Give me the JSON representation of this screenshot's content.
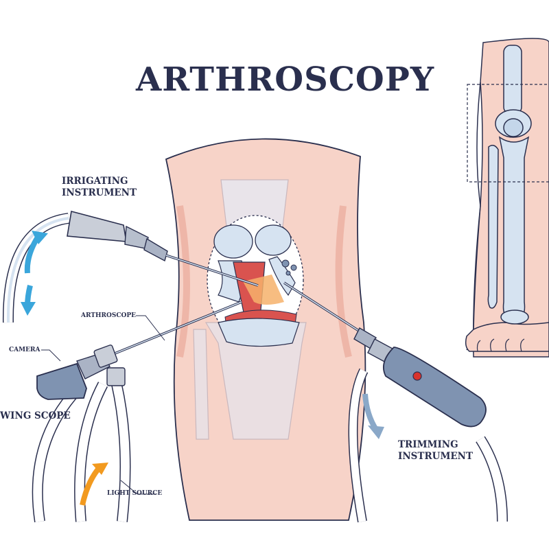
{
  "title": "ARTHROSCOPY",
  "labels": {
    "irrigating_line1": "IRRIGATING",
    "irrigating_line2": "INSTRUMENT",
    "arthroscope": "ARTHROSCOPE",
    "camera": "CAMERA",
    "swing_scope": "WING SCOPE",
    "trimming_line1": "TRIMMING",
    "trimming_line2": "INSTRUMENT",
    "light_source": "LIGHT SOURCE"
  },
  "colors": {
    "outline": "#2a2f4e",
    "skin": "#f7d3c8",
    "skin_dark": "#eeb6a8",
    "bone": "#d6e3f1",
    "bone_dark": "#b9cfe6",
    "tissue_red": "#d9534f",
    "tool_grey": "#9aa6bd",
    "tool_blue": "#7f93b1",
    "irrigation_arrow": "#3aa6db",
    "drain_arrow": "#8aa8c8",
    "light_arrow": "#f29a1f",
    "led_red": "#d9332b"
  }
}
